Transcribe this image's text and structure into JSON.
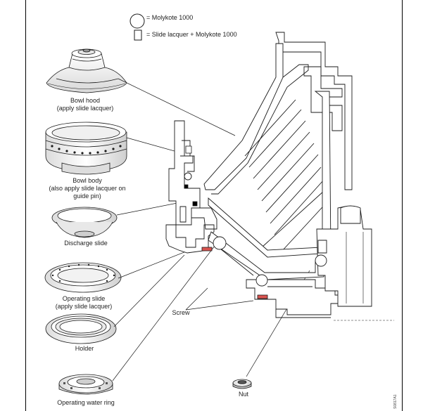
{
  "legend": {
    "circle_label": "= Molykote 1000",
    "square_label": "= Slide lacquer + Molykote 1000"
  },
  "labels": {
    "bowl_hood_1": "Bowl hood",
    "bowl_hood_2": "(apply slide lacquer)",
    "bowl_body_1": "Bowl body",
    "bowl_body_2": "(also apply slide lacquer on",
    "bowl_body_3": "guide pin)",
    "discharge_slide": "Discharge slide",
    "operating_slide_1": "Operating slide",
    "operating_slide_2": "(apply slide lacquer)",
    "holder": "Holder",
    "operating_water_ring": "Operating water ring",
    "screw": "Screw",
    "nut": "Nut"
  },
  "drawing_code": "S0817A1",
  "colors": {
    "line": "#1a1a1a",
    "fill": "#ffffff",
    "light_fill": "#f4f4f4",
    "square_marker": "#c0392b",
    "dark_marker": "#000000"
  }
}
